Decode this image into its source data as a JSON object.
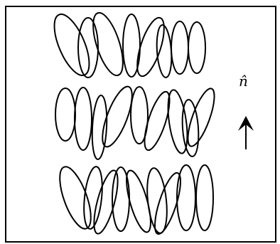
{
  "figure": {
    "director_label": "n̂",
    "line_color": "#000000",
    "background_color": "#ffffff",
    "layers": [
      {
        "name": "top-layer",
        "molecule_count": 8
      },
      {
        "name": "middle-layer",
        "molecule_count": 9
      },
      {
        "name": "bottom-layer",
        "molecule_count": 9
      }
    ],
    "director_arrow": {
      "direction": "up"
    }
  }
}
